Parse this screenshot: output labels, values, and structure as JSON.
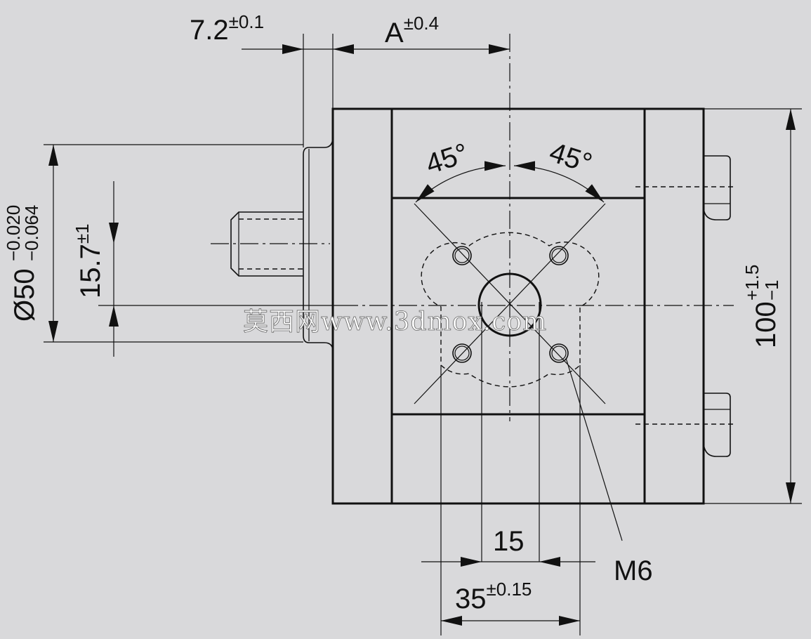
{
  "dimensions": {
    "flange_thickness": {
      "value": "7.2",
      "tol": "±0.1"
    },
    "port_offset": {
      "value": "A",
      "tol": "±0.4"
    },
    "pilot_diameter": {
      "value": "Ø50",
      "upper": "−0.020",
      "lower": "−0.064"
    },
    "shaft_offset": {
      "value": "15.7",
      "tol": "±1"
    },
    "height": {
      "value": "100",
      "upper": "+1.5",
      "lower": "−1"
    },
    "angle_left": "45°",
    "angle_right": "45°",
    "bolt_spacing_inner": "15",
    "bolt_spacing_outer": {
      "value": "35",
      "tol": "±0.15"
    },
    "thread": "M6"
  },
  "watermark": "莫西网www.3dmox.com",
  "colors": {
    "background": "#d9d9db",
    "body": "#ffffff",
    "line": "#111111"
  }
}
